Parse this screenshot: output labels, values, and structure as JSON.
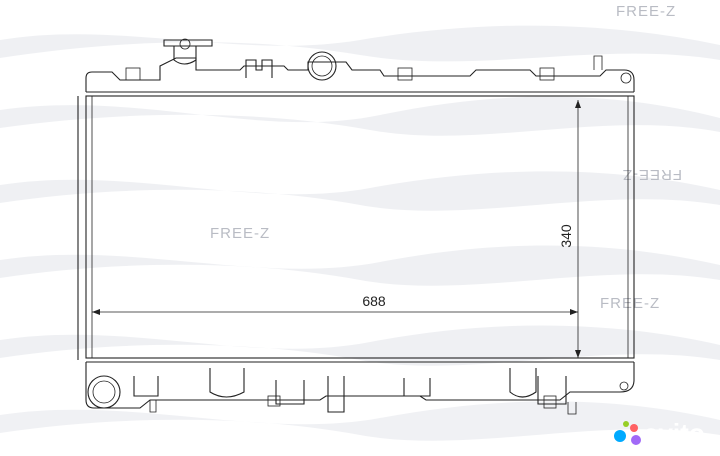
{
  "diagram": {
    "dimensions": {
      "width_label": "688",
      "height_label": "340"
    },
    "watermarks": [
      "FREE-Z",
      "FREE-Z",
      "FREE-Z",
      "FREE-Z"
    ],
    "marketplace_logo": {
      "text": "avito",
      "dot_colors": [
        "#00aaff",
        "#ff6163",
        "#97cf26",
        "#a169f7"
      ],
      "icon": "avito-dots-icon"
    }
  }
}
